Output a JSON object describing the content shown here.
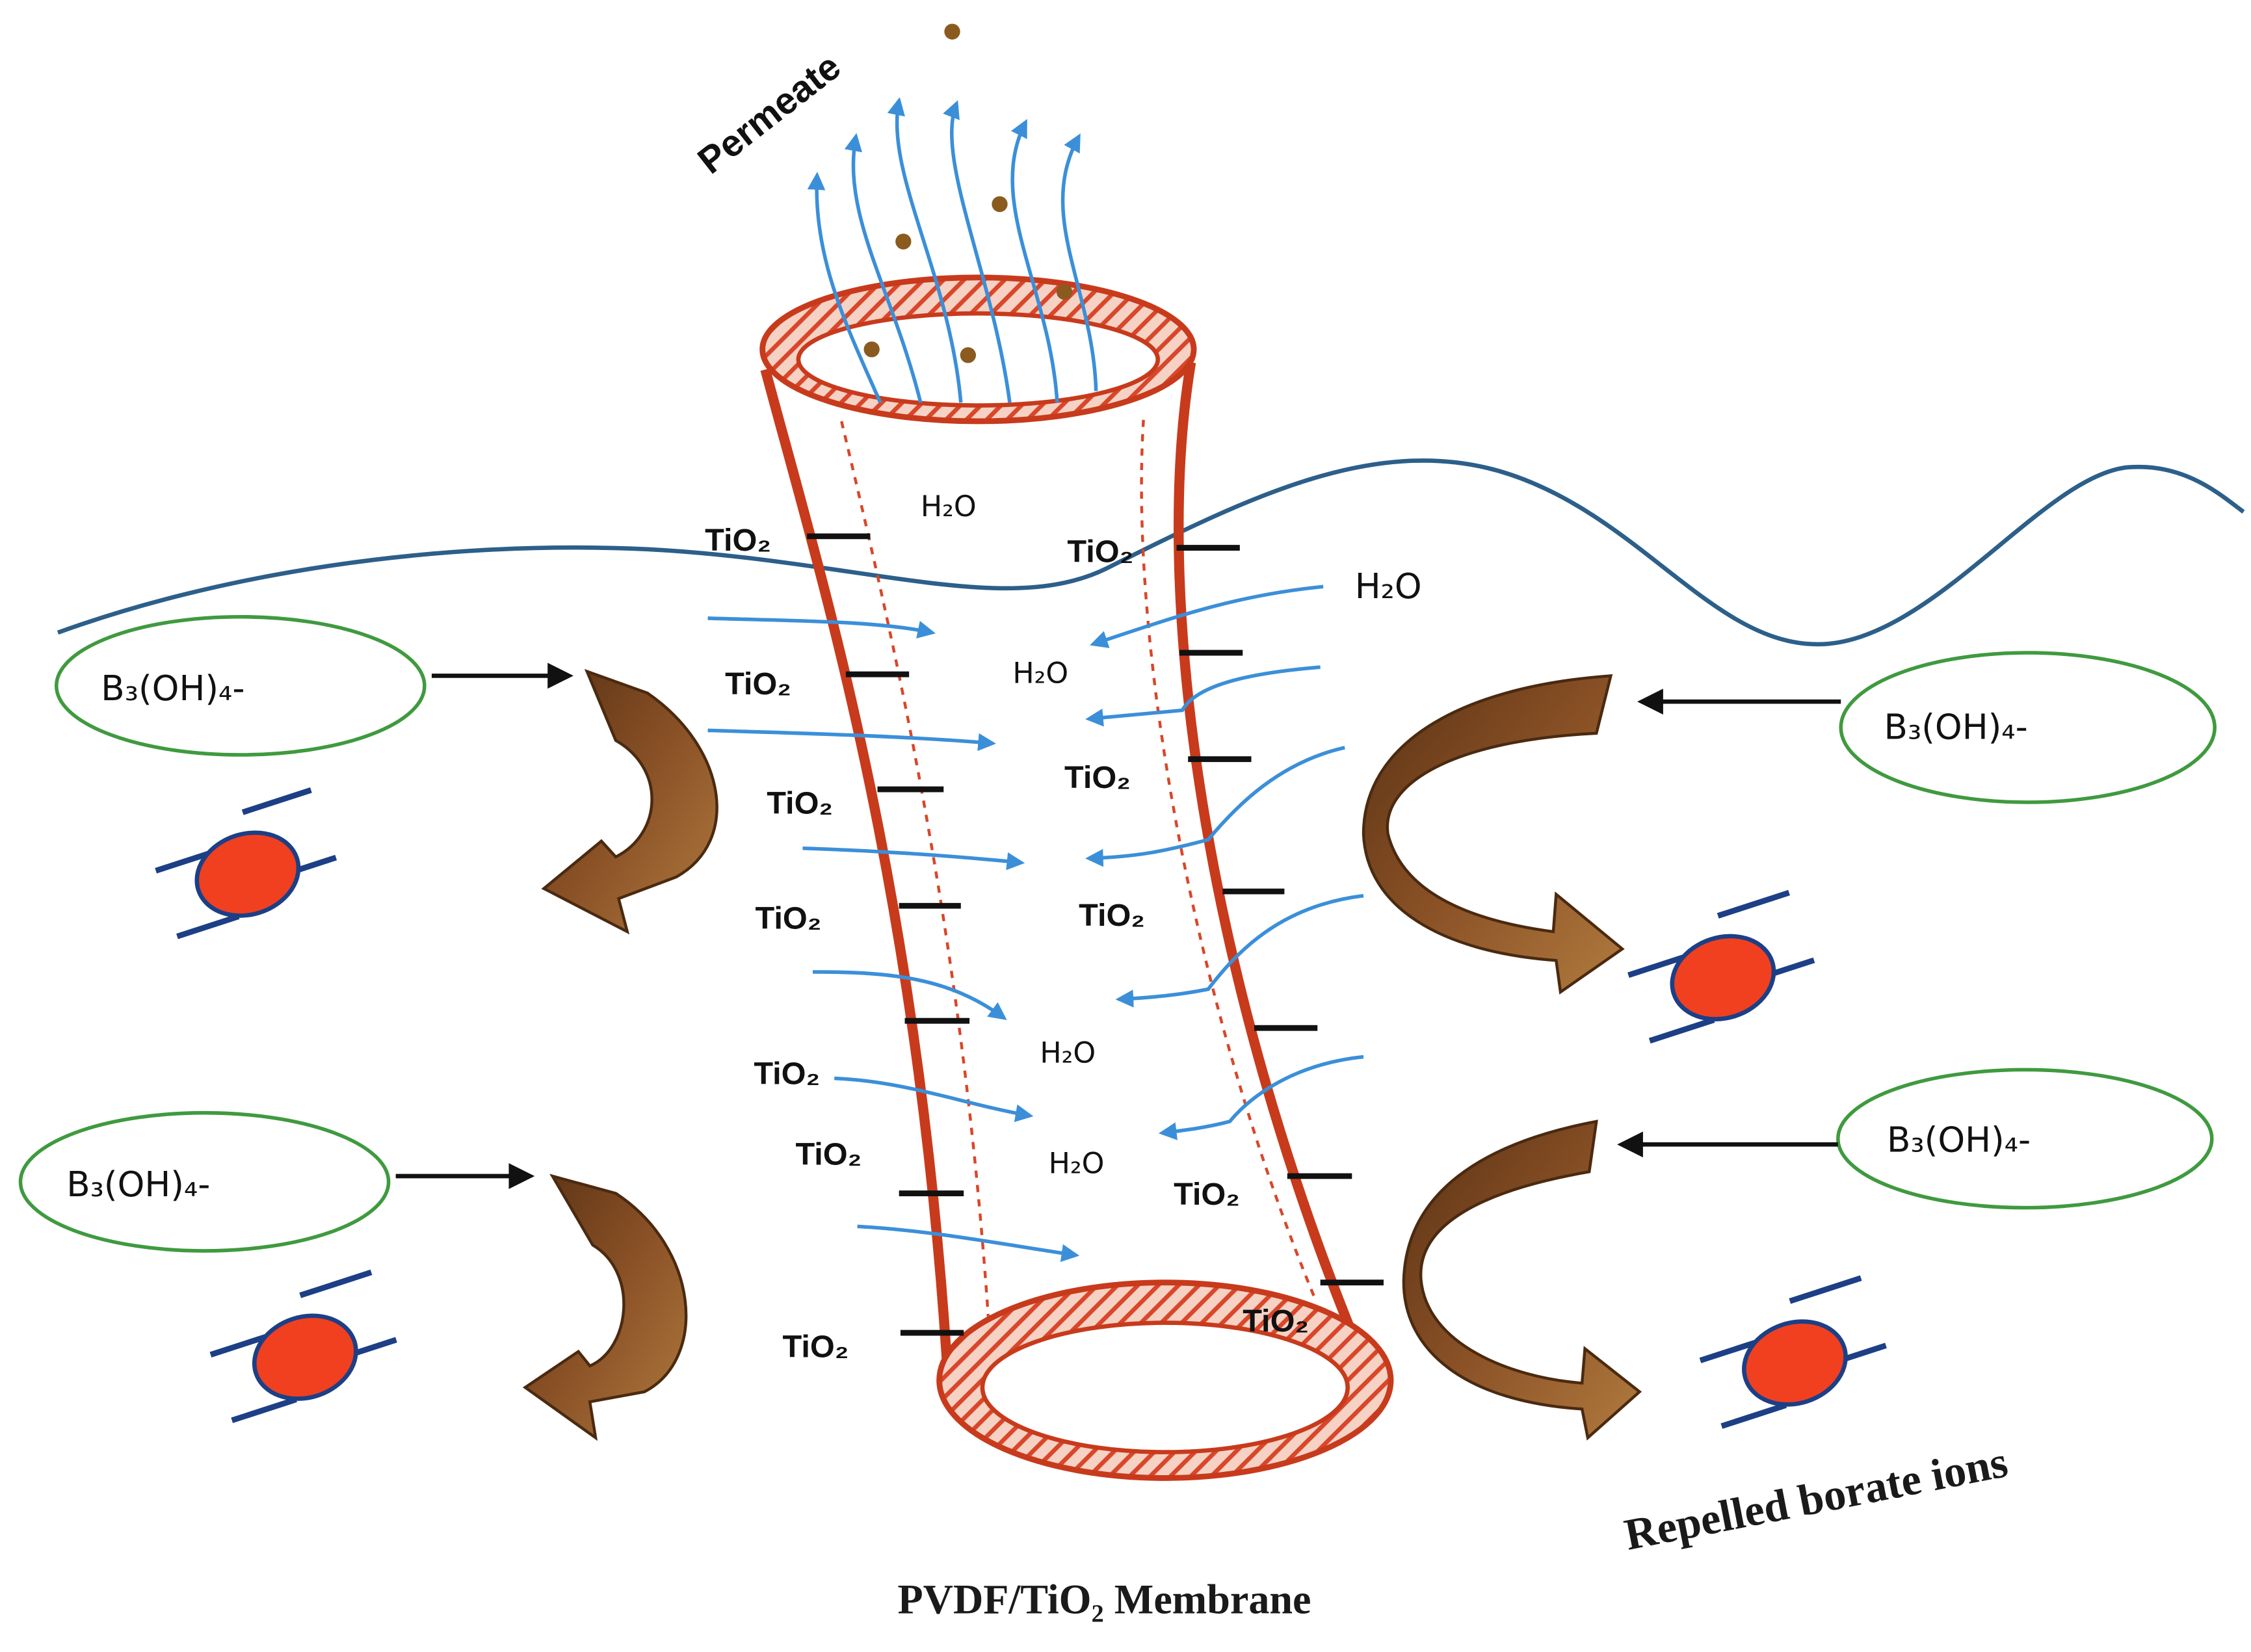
{
  "labels": {
    "permeate": "Permeate",
    "water": "H₂O",
    "tio2": "TiO₂",
    "borate": "B₃(OH)₄-",
    "repelled": "Repelled borate ions",
    "membrane": "PVDF/TiO₂ Membrane"
  },
  "colors": {
    "membrane": "#c83a1c",
    "membrane_hatch": "#e0502e",
    "water_flow": "#3b8fd9",
    "waterline": "#2c5f8a",
    "borate_outline": "#3f9a3f",
    "deflect_arrow": "#8a5126",
    "deflect_arrow_dark": "#5a3214",
    "ion": "#f04020",
    "ion_charge": "#1c3f86",
    "particle": "#8b5a1e"
  }
}
